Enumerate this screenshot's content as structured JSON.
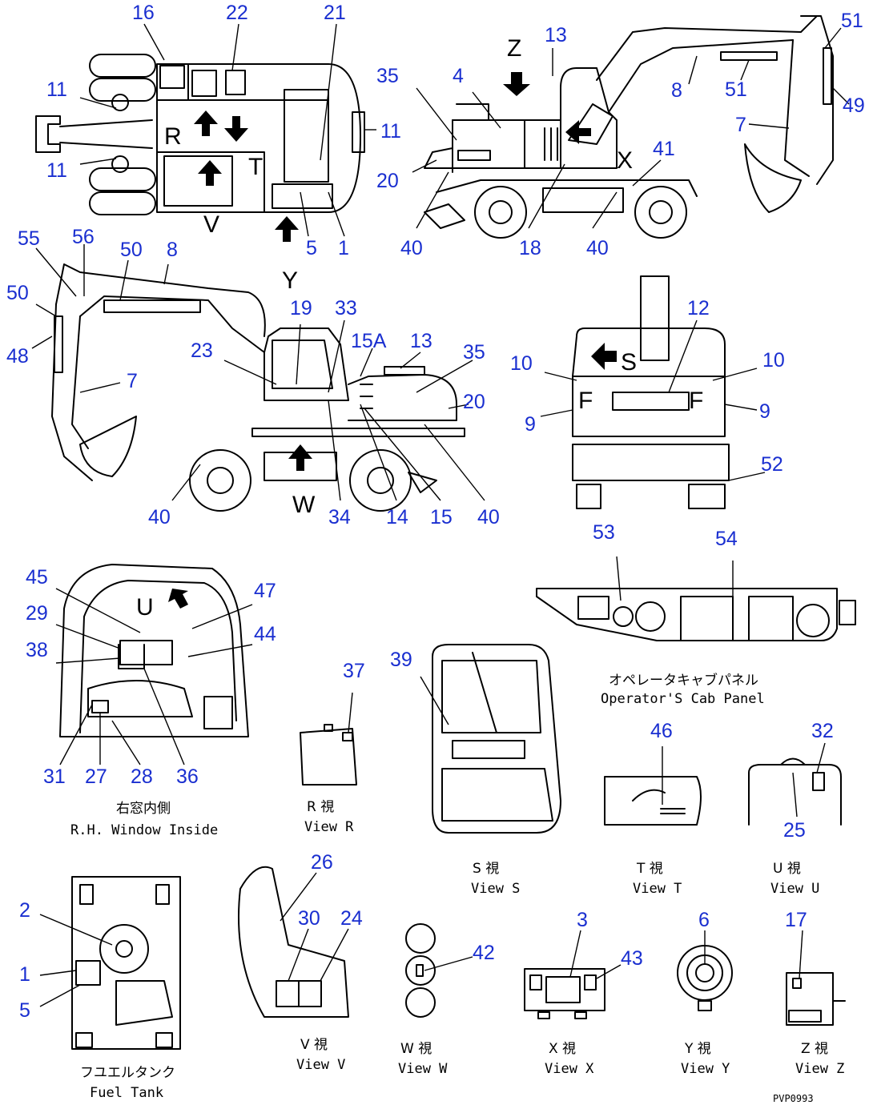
{
  "callouts": {
    "top_view": [
      "16",
      "22",
      "21",
      "11",
      "11",
      "11",
      "5",
      "1"
    ],
    "side_view_top": [
      "35",
      "4",
      "13",
      "20",
      "40",
      "18",
      "40",
      "41"
    ],
    "arm_right": [
      "51",
      "8",
      "51",
      "49",
      "7"
    ],
    "left_side": [
      "55",
      "56",
      "50",
      "8",
      "50",
      "48",
      "7",
      "19",
      "33",
      "23",
      "15A",
      "13",
      "35",
      "20",
      "40",
      "34",
      "14",
      "15",
      "40"
    ],
    "rear_view": [
      "12",
      "10",
      "10",
      "9",
      "9",
      "52"
    ],
    "cab_panel": [
      "53",
      "54"
    ],
    "window": [
      "45",
      "47",
      "29",
      "44",
      "38",
      "31",
      "27",
      "28",
      "36"
    ],
    "view_r": [
      "37"
    ],
    "view_s": [
      "39"
    ],
    "view_t": [
      "46"
    ],
    "view_u": [
      "32",
      "25"
    ],
    "fuel": [
      "2",
      "1",
      "5"
    ],
    "view_v": [
      "26",
      "30",
      "24"
    ],
    "view_w": [
      "42"
    ],
    "view_x": [
      "3",
      "43"
    ],
    "view_y": [
      "6"
    ],
    "view_z": [
      "17"
    ]
  },
  "view_letters": {
    "z": "Z",
    "y": "Y",
    "v": "V",
    "w": "W",
    "x": "X",
    "r": "R",
    "t": "T",
    "s": "S",
    "u": "U",
    "f": "F"
  },
  "captions": {
    "cab_panel_jp": "オペレータキャブパネル",
    "cab_panel_en": "Operator'S Cab Panel",
    "window_jp": "右窓内側",
    "window_en": "R.H. Window Inside",
    "view_r_jp": "R  視",
    "view_r_en": "View R",
    "view_s_jp": "S  視",
    "view_s_en": "View S",
    "view_t_jp": "T  視",
    "view_t_en": "View T",
    "view_u_jp": "U  視",
    "view_u_en": "View U",
    "fuel_jp": "フユエルタンク",
    "fuel_en": "Fuel Tank",
    "view_v_jp": "V  視",
    "view_v_en": "View V",
    "view_w_jp": "W  視",
    "view_w_en": "View W",
    "view_x_jp": "X  視",
    "view_x_en": "View X",
    "view_y_jp": "Y  視",
    "view_y_en": "View Y",
    "view_z_jp": "Z  視",
    "view_z_en": "View Z"
  },
  "drawing_code": "PVP0993",
  "colors": {
    "callout": "#1a2fd0",
    "line": "#000000"
  }
}
